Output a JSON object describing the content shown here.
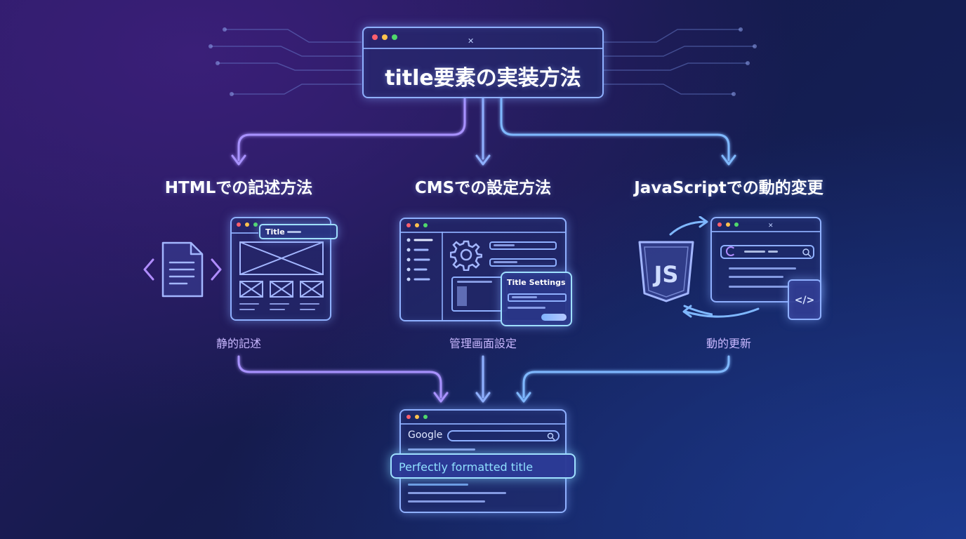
{
  "main_title": "title要素の実装方法",
  "methods": [
    {
      "heading": "HTMLでの記述方法",
      "caption": "静的記述",
      "window_label": "Title"
    },
    {
      "heading": "CMSでの設定方法",
      "caption": "管理画面設定",
      "window_label": "Title Settings"
    },
    {
      "heading": "JavaScriptでの動的変更",
      "caption": "動的更新",
      "badge": "JS"
    }
  ],
  "result": {
    "search_brand": "Google",
    "title": "Perfectly formatted title"
  },
  "icons": {
    "close": "✕",
    "search": "search-icon",
    "code": "</>"
  },
  "colors": {
    "accent_blue": "#8fb0ff",
    "accent_purple": "#b08cff",
    "glow": "#7fd0ff"
  }
}
